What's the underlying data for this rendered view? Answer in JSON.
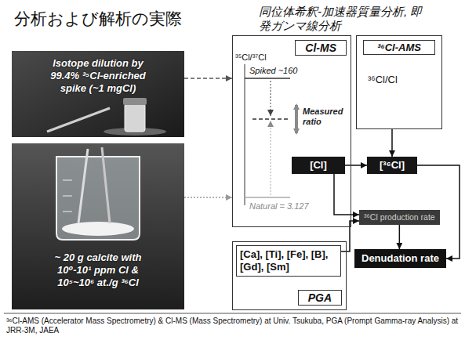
{
  "diagram": {
    "title": "分析および解析の実際",
    "caption": "³⁶Cl-AMS (Accelerator Mass Spectrometry) & Cl-MS (Mass Spectrometry) at Univ. Tsukuba, PGA (Prompt Gamma-ray Analysis) at JRR-3M, JAEA",
    "nodes": [
      {
        "text": [
          "Isotope dilution by 99.4% ³⁵Cl-enriched spike (~1 mgCl)"
        ]
      },
      {
        "text": [
          "~ 20 g calcite with 10⁰-10¹ ppm Cl & 10⁵~10⁶ at./g ³⁶Cl"
        ]
      },
      {
        "text": [
          "Cl-MS",
          "³⁵Cl/³⁷Cl",
          "Spiked ~160",
          "Measured ratio",
          "Natural = 3.127"
        ]
      },
      {
        "text": [
          "[Cl]"
        ],
        "in": 2
      },
      {
        "text": [
          "³⁶Cl-AMS",
          "³⁶Cl/Cl"
        ]
      },
      {
        "text": [
          "[³⁶Cl]"
        ]
      },
      {
        "text": [
          "PGA"
        ]
      },
      {
        "text": [
          "[Ca], [Ti], [Fe], [B], [Gd], [Sm]"
        ],
        "in": 6
      },
      {
        "text": [
          "³⁶Cl production rate"
        ]
      },
      {
        "text": [
          "Denudation rate"
        ]
      }
    ],
    "edges": [
      {
        "from": 0,
        "to": 2,
        "arrow": "to"
      },
      {
        "from": 1,
        "to": 2,
        "arrow": "to"
      },
      {
        "from": 3,
        "to": 5,
        "arrow": "to"
      },
      {
        "from": 4,
        "to": 5,
        "arrow": "to"
      },
      {
        "from": 3,
        "to": 8,
        "arrow": "to"
      },
      {
        "from": 7,
        "to": 8,
        "arrow": "to"
      },
      {
        "from": 5,
        "to": 9,
        "arrow": "to"
      },
      {
        "from": 8,
        "to": 9,
        "arrow": "to"
      }
    ],
    "labels": [
      "同位体希釈-加速器質量分析, 即発ガンマ線分析"
    ]
  }
}
